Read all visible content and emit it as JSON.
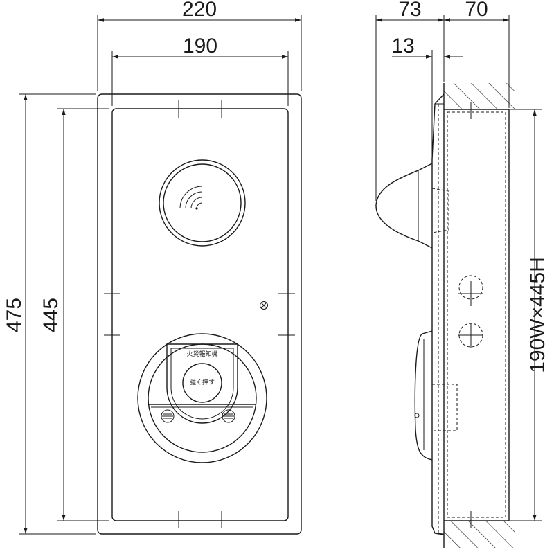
{
  "dimensions": {
    "outer_width": "220",
    "panel_width": "190",
    "outer_height": "475",
    "panel_height": "445",
    "depth_front": "73",
    "depth_back": "70",
    "flange": "13",
    "box_size": "190W×445H"
  },
  "labels": {
    "alarm_name": "火災報知機",
    "press_hard": "強く押す"
  },
  "symbols": {
    "lamp": "indicator-lamp-icon",
    "screw": "screw-icon",
    "speaker_holes": "speaker-grille-icon"
  }
}
